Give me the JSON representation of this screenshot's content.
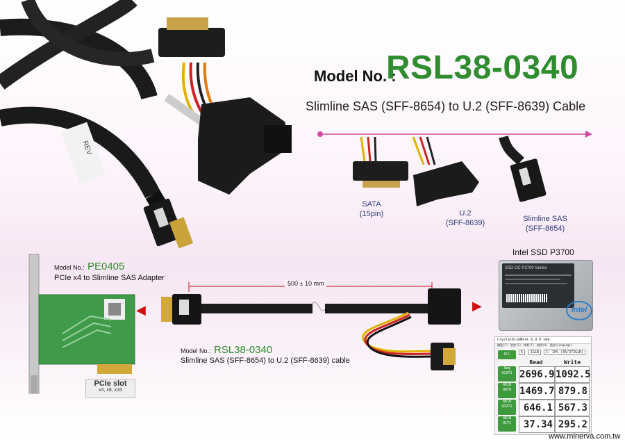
{
  "header": {
    "model_label": "Model No. :",
    "model_number": "RSL38-0340",
    "subtitle": "Slimline SAS (SFF-8654) to U.2 (SFF-8639) Cable"
  },
  "connectors": [
    {
      "name": "SATA",
      "detail": "(15pin)"
    },
    {
      "name": "U.2",
      "detail": "(SFF-8639)"
    },
    {
      "name": "Slimline SAS",
      "detail": "(SFF-8654)"
    }
  ],
  "cable_label": "REV",
  "ssd": {
    "title": "Intel SSD P3700",
    "brand": "intel",
    "label": "SSD DC P3700 Series"
  },
  "adapter": {
    "model_label": "Model No.:",
    "model_number": "PE0405",
    "description": "PCIe x4 to Slimline SAS Adapter",
    "slot_title": "PCIe slot",
    "slot_widths": "x4, x8, x16"
  },
  "cable": {
    "length": "500 ± 10 mm",
    "model_label": "Model No.:",
    "model_number": "RSL38-0340",
    "description": "Slimline SAS (SFF-8654) to U.2 (SFF-8639) cable"
  },
  "benchmark": {
    "title": "CrystalDiskMark 6.0.0 x64",
    "menu": [
      "檔案(F)",
      "設定(S)",
      "佈景(T)",
      "說明(H)",
      "語言(Language)"
    ],
    "controls": {
      "runs": "5",
      "size": "1GiB",
      "drive": "C: 10% (36/372GiB)"
    },
    "read_header": "Read [MB/s]",
    "write_header": "Write [MB/s]",
    "all_label": "All",
    "rows": [
      {
        "label": "Seq Q32T1",
        "read": "2696.9",
        "write": "1092.5"
      },
      {
        "label": "4KiB Q8T8",
        "read": "1469.7",
        "write": "879.8"
      },
      {
        "label": "4KiB Q32T1",
        "read": "646.1",
        "write": "567.3"
      },
      {
        "label": "4KiB Q1T1",
        "read": "37.34",
        "write": "295.2"
      }
    ]
  },
  "footer": {
    "url": "www.minerva.com.tw"
  },
  "colors": {
    "accent_green": "#2f8d2f",
    "caption_blue": "#2d3b7a",
    "arrow_red": "#cc1111",
    "cdm_green": "#3d9a3d"
  }
}
